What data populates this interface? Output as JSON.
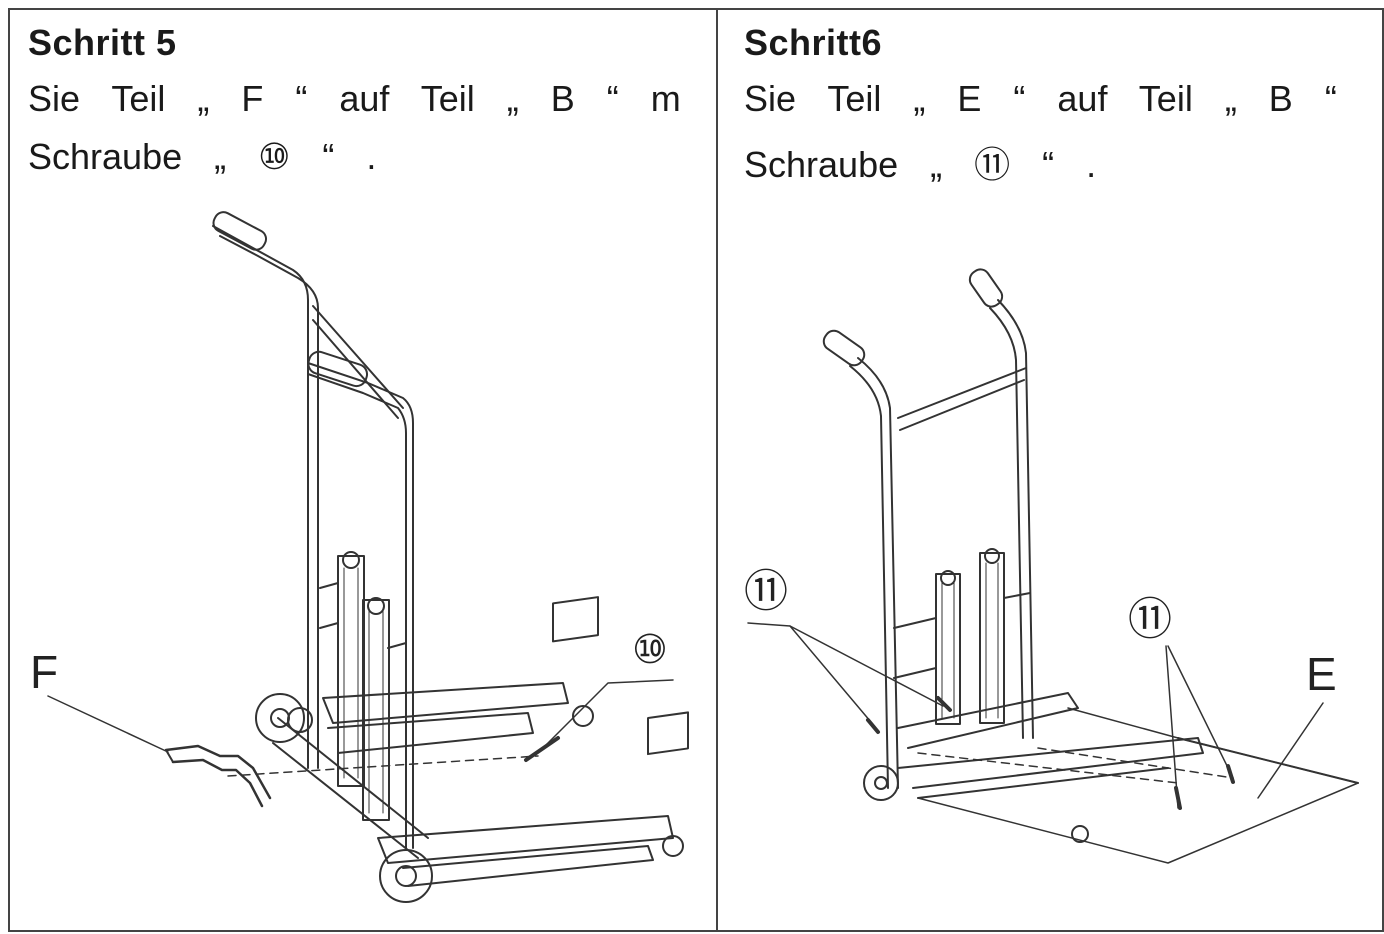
{
  "step5": {
    "title": "Schritt  5",
    "line1": "Sie Teil „ F “ auf Teil „ B “ m",
    "line2": "Schraube „ ⑩ “ .",
    "label_part": "F",
    "label_screw": "⑩"
  },
  "step6": {
    "title": "Schritt6",
    "line1": "Sie Teil „ E “ auf Teil „ B “",
    "line2": "Schraube „ ⑪ “ .",
    "label_part": "E",
    "label_screw_left": "⑪",
    "label_screw_right": "⑪"
  }
}
